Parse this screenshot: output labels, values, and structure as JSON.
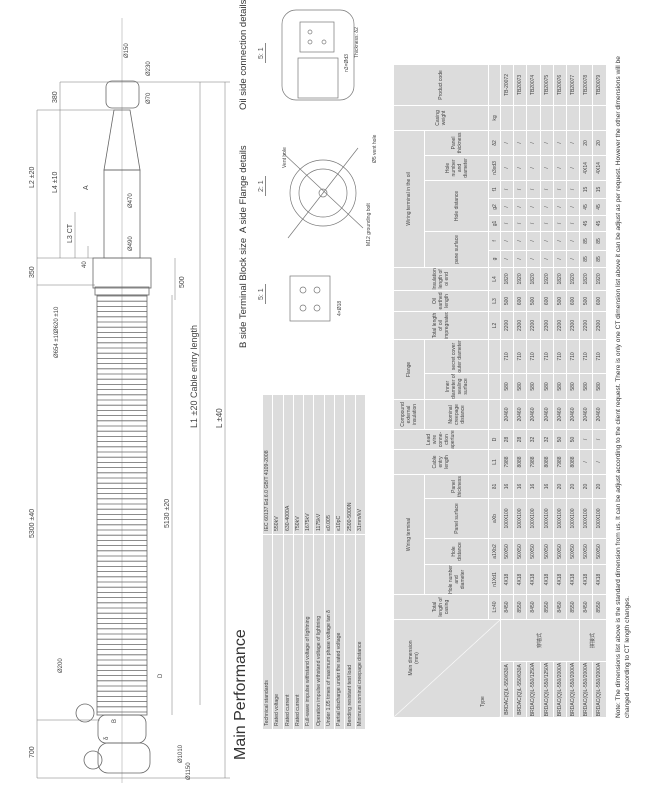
{
  "drawing": {
    "labels": {
      "d150": "Ø150",
      "d230": "Ø230",
      "d70": "Ø70",
      "d470": "Ø470",
      "d490": "Ø490",
      "d620": "Ø620 ±10",
      "d654": "Ø654 ±10",
      "d1010": "Ø1010",
      "d1150": "Ø1150",
      "d200": "Ø200",
      "l380": "380",
      "l2": "L2 ±20",
      "l4": "L4 ±10",
      "a": "A",
      "l3": "L3 CT",
      "l350": "350",
      "l40": "40",
      "l500": "500",
      "l5300": "5300 ±40",
      "l700": "700",
      "l5130": "5130 ±20",
      "l1": "L1 ±20 Cable entry length",
      "l": "L ±40",
      "d": "D",
      "b": "B",
      "delta": "δ"
    }
  },
  "details": {
    "oil_side": {
      "title": "Oil side connection details",
      "scale": "5: 1",
      "thickness": "Thickness: δ2",
      "holes": "n3×Ød3"
    },
    "a_side": {
      "title": "A side Flange details",
      "scale": "2: 1",
      "vent": "Vent hole",
      "vent2": "Ø5 vent hole",
      "bolt": "M12 grounding bolt"
    },
    "b_side": {
      "title": "B side Terminal Block size",
      "scale": "5: 1",
      "holes": "4×Ø18"
    }
  },
  "main_performance": {
    "title": "Main Performance",
    "rows": [
      {
        "label": "Technical standards",
        "value": "IEC 60137 Ed.6.0 GB/T 4109-2008"
      },
      {
        "label": "Rated voltage",
        "value": "550kV"
      },
      {
        "label": "Rated current",
        "value": "630-4000A"
      },
      {
        "label": "Rated current",
        "value": "750kV"
      },
      {
        "label": "Full-wave impulse withstand voltage of lightning",
        "value": "1675kV"
      },
      {
        "label": "Operation impulse withstand voltage of lightning",
        "value": "1175kV"
      },
      {
        "label": "Under 1.05 times of maximum phase voltage tan δ",
        "value": "≤0.005"
      },
      {
        "label": "Partial discharge under the rated voltage",
        "value": "≤10pC"
      },
      {
        "label": "Bending resistant test load",
        "value": "2500-5000N"
      },
      {
        "label": "Minimum nominal creepage distance",
        "value": "31mm/kV"
      }
    ]
  },
  "table": {
    "corner_top": "Main dimension (mm)",
    "corner_bottom": "Type",
    "groups": {
      "wiring": "Wiring terminal",
      "compound": "Compound external insulation",
      "flange": "Flange",
      "wiring_oil": "Wiring terminal in the oil"
    },
    "headers": {
      "total_casing": "Total length of casing",
      "hole_num": "Hole number and diameter",
      "hole_dist": "Hole distance",
      "panel_surface": "Panel surface",
      "panel_thick": "Panel thickness",
      "cable_entry": "Cable entry length",
      "lead_wire": "Lead wire conne-ction aperture",
      "creepage": "Nominal creepage distance",
      "inner_dia": "Inner diameter of sealing surface",
      "outer_dia": "secret cover outer diameter",
      "total_oil": "Total length of oil impregnated",
      "oil_earthed": "Oil earthed length",
      "insulation": "Insulation length of oi end",
      "pane_surface": "pane surface",
      "hole_dist2": "Hole distance",
      "hole_num2": "Hole number and diameter",
      "panel_thick2": "Panel thickness",
      "casing_weight": "Casing weight",
      "product_code": "Product code"
    },
    "symbols": [
      "L±40",
      "n1Xd1",
      "a1Xb2",
      "aXb",
      "δ1",
      "L1",
      "D",
      "",
      "",
      "",
      "L2",
      "L3",
      "L4",
      "g",
      "f",
      "g1",
      "g2",
      "f1",
      "n3xd3",
      "δ2",
      "kg",
      ""
    ],
    "categories": [
      "穿墙式",
      "拼接式"
    ],
    "rows": [
      {
        "type": "BRDAC(Q)L-550/630A",
        "cells": [
          "8450",
          "4X18",
          "50X50",
          "100X100",
          "16",
          "7988",
          "28",
          "20460",
          "580",
          "710",
          "2200",
          "500",
          "1820",
          "/",
          "/",
          "/",
          "/",
          "/",
          "/",
          "/",
          "",
          "TB-20072"
        ]
      },
      {
        "type": "BRDAC(Q)L-550/630A",
        "cells": [
          "8550",
          "4X18",
          "50X50",
          "100X100",
          "16",
          "8088",
          "28",
          "20460",
          "580",
          "710",
          "2300",
          "600",
          "1920",
          "/",
          "/",
          "/",
          "/",
          "/",
          "/",
          "/",
          "",
          "TB20073"
        ]
      },
      {
        "type": "BRDAC(Q)L-550/1250A",
        "cells": [
          "8450",
          "4X18",
          "50X50",
          "100X100",
          "16",
          "7988",
          "32",
          "20460",
          "580",
          "710",
          "2200",
          "500",
          "1820",
          "/",
          "/",
          "/",
          "/",
          "/",
          "/",
          "/",
          "",
          "TB20074"
        ]
      },
      {
        "type": "BRDAC(Q)L-550/1250A",
        "cells": [
          "8550",
          "4X18",
          "50X50",
          "100X100",
          "16",
          "8088",
          "32",
          "20460",
          "580",
          "710",
          "2300",
          "600",
          "1920",
          "/",
          "/",
          "/",
          "/",
          "/",
          "/",
          "/",
          "",
          "TB20075"
        ]
      },
      {
        "type": "BRDAC(Q)L-550/2000A",
        "cells": [
          "8450",
          "4X18",
          "50X50",
          "100X100",
          "20",
          "7988",
          "50",
          "20460",
          "580",
          "710",
          "2200",
          "500",
          "1820",
          "/",
          "/",
          "/",
          "/",
          "/",
          "/",
          "/",
          "",
          "TB20076"
        ]
      },
      {
        "type": "BRDAC(Q)L-550/2000A",
        "cells": [
          "8550",
          "4X18",
          "50X50",
          "100X100",
          "20",
          "8088",
          "50",
          "20460",
          "580",
          "710",
          "2300",
          "600",
          "1920",
          "/",
          "/",
          "/",
          "/",
          "/",
          "/",
          "/",
          "",
          "TB20077"
        ]
      },
      {
        "type": "BRDAC(Q)L-550/2000A",
        "cells": [
          "8450",
          "4X18",
          "50X50",
          "100X100",
          "20",
          "/",
          "/",
          "20460",
          "580",
          "710",
          "2200",
          "500",
          "1820",
          "85",
          "85",
          "45",
          "45",
          "15",
          "4X14",
          "20",
          "",
          "TB20078"
        ]
      },
      {
        "type": "BRDAC(Q)L-550/2000A",
        "cells": [
          "8550",
          "4X18",
          "50X50",
          "100X100",
          "20",
          "/",
          "/",
          "20460",
          "580",
          "710",
          "2300",
          "600",
          "1920",
          "85",
          "85",
          "45",
          "45",
          "15",
          "4X14",
          "20",
          "",
          "TB20079"
        ]
      }
    ]
  },
  "note": "Note:  The dimensions list above is the standard dimension from us. It can be adjust according to the client request. There is only one CT dimension list above it can be adjust as per request. However the other dimensions will be changed  according to CT length changes."
}
